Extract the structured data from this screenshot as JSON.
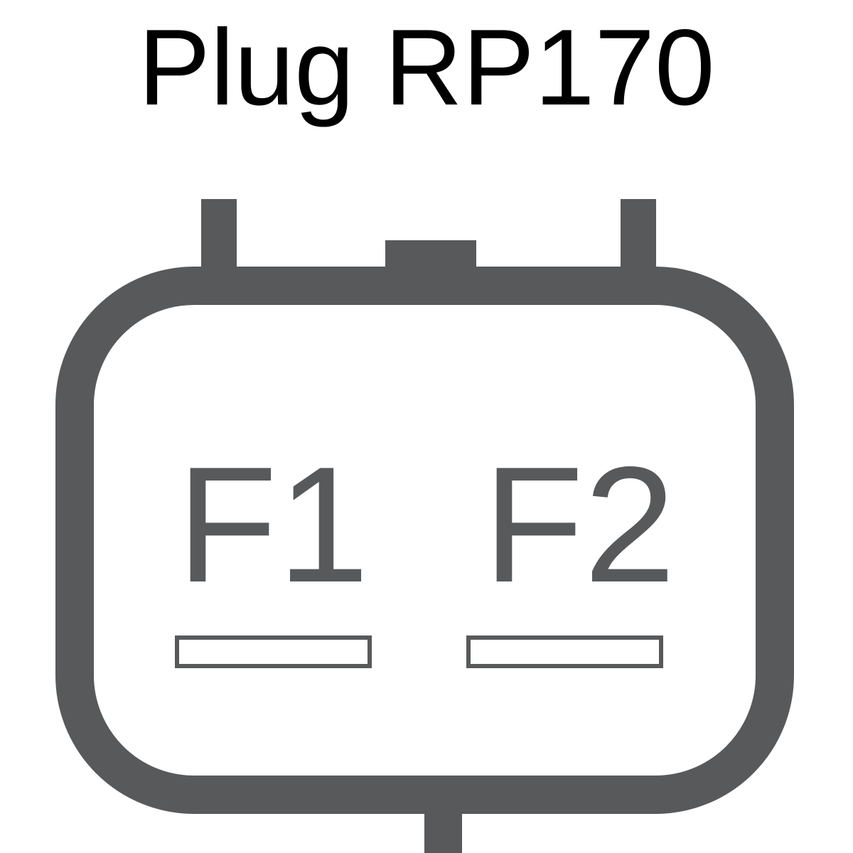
{
  "title": "Plug RP170",
  "connector": {
    "terminals": [
      {
        "label": "F1"
      },
      {
        "label": "F2"
      }
    ]
  },
  "colors": {
    "outline": "#58595b",
    "title_text": "#000000",
    "background": "#ffffff"
  }
}
